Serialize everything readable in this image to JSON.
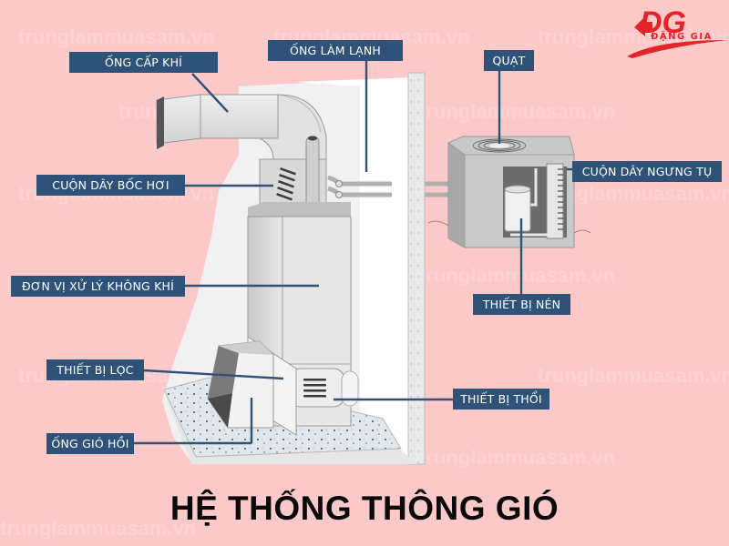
{
  "diagram": {
    "title": "HỆ THỐNG THÔNG GIÓ",
    "brand": {
      "logo_text": "DG",
      "logo_subtitle": "ĐẶNG GIA",
      "color": "#e3242b"
    },
    "watermark": "trunglammuasam.vn",
    "label_color": "#2f5378",
    "background_color": "#fcc9c9",
    "labels": [
      {
        "id": "supply-duct",
        "text": "ỐNG CẤP KHÍ"
      },
      {
        "id": "refrigerant-line",
        "text": "ỐNG LÀM LẠNH"
      },
      {
        "id": "evaporator-coil",
        "text": "CUỘN DÂY BỐC HƠI"
      },
      {
        "id": "air-handler",
        "text": "ĐƠN VỊ XỬ LÝ KHÔNG KHÍ"
      },
      {
        "id": "filter",
        "text": "THIẾT BỊ LỌC"
      },
      {
        "id": "return-duct",
        "text": "ỐNG GIÓ HỒI"
      },
      {
        "id": "fan",
        "text": "QUẠT"
      },
      {
        "id": "condenser-coil",
        "text": "CUỘN DÂY NGƯNG TỤ"
      },
      {
        "id": "compressor",
        "text": "THIẾT BỊ NÉN"
      },
      {
        "id": "blower",
        "text": "THIẾT BỊ THỔI"
      }
    ]
  }
}
